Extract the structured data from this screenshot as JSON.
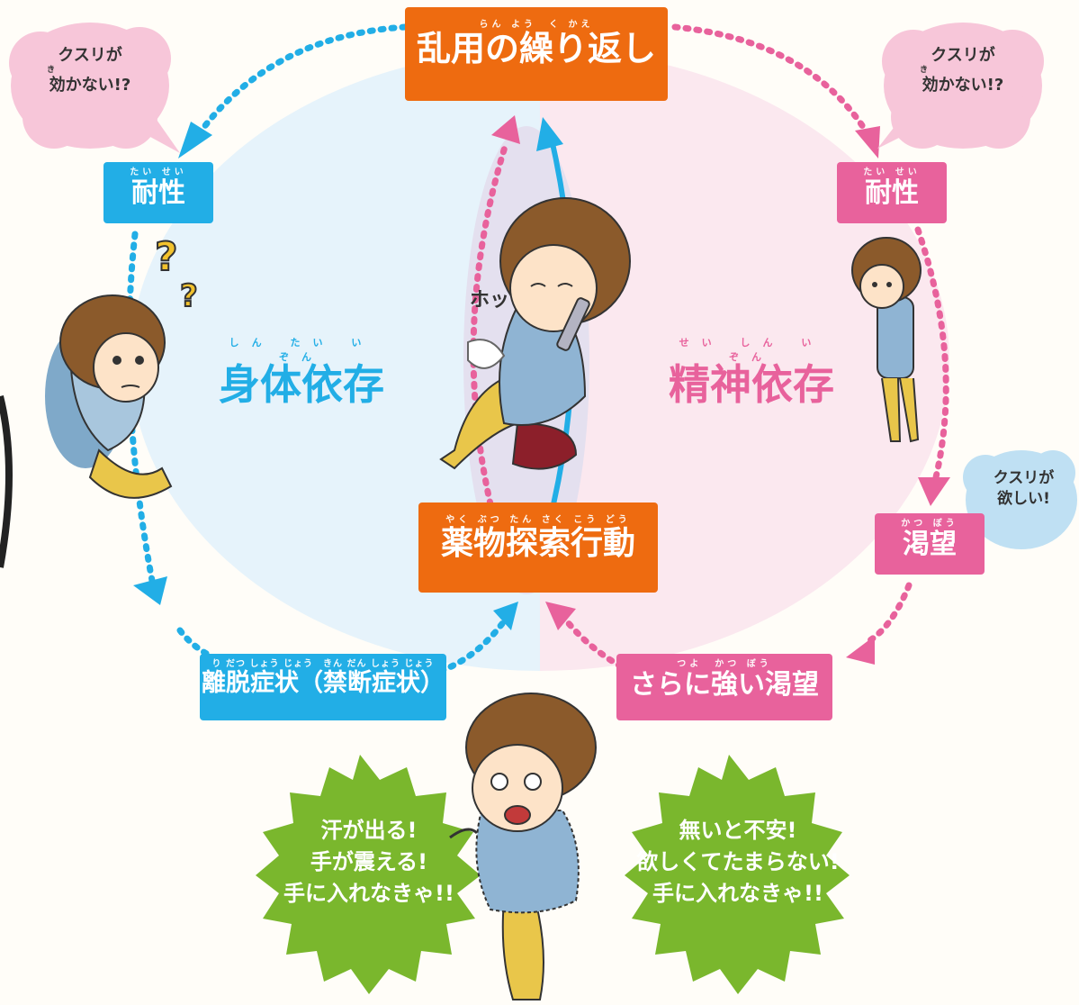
{
  "colors": {
    "orange": "#ee6b10",
    "blue": "#22aee6",
    "pink": "#e8629c",
    "green": "#7ab72d",
    "light_blue_bg": "#e6f3fb",
    "light_pink_bg": "#fbe8ef"
  },
  "center_top": {
    "ruby": "らん よう　く かえ",
    "label": "乱用の繰り返し"
  },
  "center_mid": {
    "ruby": "やく ぶつ たん さく こう どう",
    "label": "薬物探索行動"
  },
  "left": {
    "cloud_line1": "クスリが",
    "cloud_line2": "効かない!?",
    "cloud_ruby": "き",
    "tolerance_ruby": "たい せい",
    "tolerance": "耐性",
    "dependence_ruby": "しん たい い ぞん",
    "dependence": "身体依存",
    "withdrawal_ruby": "り だつ しょう じょう　きん だん しょう じょう",
    "withdrawal": "離脱症状（禁断症状）"
  },
  "right": {
    "cloud_line1": "クスリが",
    "cloud_line2": "効かない!?",
    "cloud_ruby": "き",
    "tolerance_ruby": "たい せい",
    "tolerance": "耐性",
    "dependence_ruby": "せい しん い ぞん",
    "dependence": "精神依存",
    "craving_ruby": "かつ ぼう",
    "craving": "渇望",
    "craving_cloud_line1": "クスリが",
    "craving_cloud_line2": "欲しい!",
    "stronger_ruby": "つよ　かつ ぼう",
    "stronger": "さらに強い渇望"
  },
  "sfx": "ホッ",
  "bursts": {
    "left": [
      "汗が出る!",
      "手が震える!",
      "手に入れなきゃ!!"
    ],
    "right": [
      "無いと不安!",
      "欲しくてたまらない!",
      "手に入れなきゃ!!"
    ]
  }
}
